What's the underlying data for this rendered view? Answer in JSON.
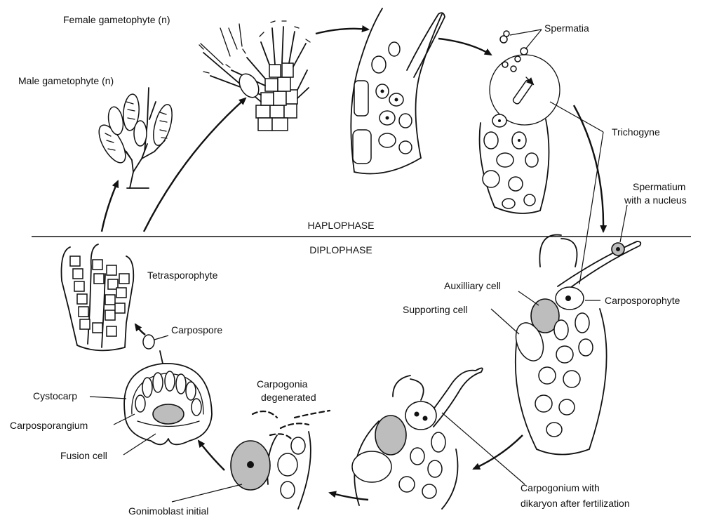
{
  "phases": {
    "haplophase": "HAPLOPHASE",
    "diplophase": "DIPLOPHASE"
  },
  "labels": {
    "female_gametophyte": "Female gametophyte (n)",
    "male_gametophyte": "Male gametophyte (n)",
    "spermatia": "Spermatia",
    "trichogyne": "Trichogyne",
    "spermatium_line1": "Spermatium",
    "spermatium_line2": "with a nucleus",
    "auxilliary_cell": "Auxilliary cell",
    "supporting_cell": "Supporting cell",
    "carposporophyte": "Carposporophyte",
    "carpogonium_line1": "Carpogonium with",
    "carpogonium_line2": "dikaryon after fertilization",
    "gonimoblast": "Gonimoblast initial",
    "carpogonia_line1": "Carpogonia",
    "carpogonia_line2": "degenerated",
    "fusion_cell": "Fusion cell",
    "carposporangium": "Carposporangium",
    "cystocarp": "Cystocarp",
    "carpospore": "Carpospore",
    "tetrasporophyte": "Tetrasporophyte"
  }
}
